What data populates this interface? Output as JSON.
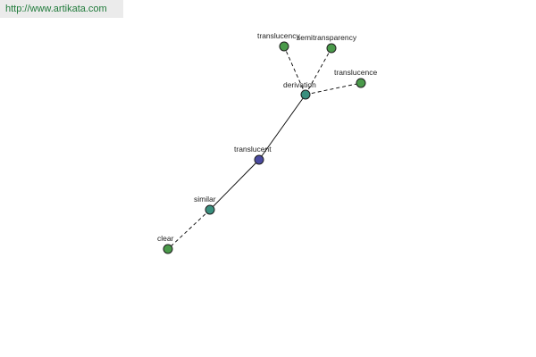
{
  "banner": {
    "url": "http://www.artikata.com"
  },
  "colors": {
    "background": "#ffffff",
    "banner_bg": "#ebebeb",
    "link": "#1f7a3a",
    "node_leaf": "#4a9a4a",
    "node_hub": "#3a8f7e",
    "node_center": "#4a4aa0"
  },
  "graph": {
    "nodes": [
      {
        "id": "translucent",
        "label": "translucent",
        "kind": "center"
      },
      {
        "id": "derivation",
        "label": "derivation",
        "kind": "hub"
      },
      {
        "id": "similar",
        "label": "similar",
        "kind": "hub"
      },
      {
        "id": "translucency",
        "label": "translucency",
        "kind": "leaf"
      },
      {
        "id": "semitransparency",
        "label": "semitransparency",
        "kind": "leaf"
      },
      {
        "id": "translucence",
        "label": "translucence",
        "kind": "leaf"
      },
      {
        "id": "clear",
        "label": "clear",
        "kind": "leaf"
      }
    ],
    "edges": [
      {
        "from": "translucent",
        "to": "derivation",
        "style": "solid"
      },
      {
        "from": "translucent",
        "to": "similar",
        "style": "solid"
      },
      {
        "from": "derivation",
        "to": "translucency",
        "style": "dashed"
      },
      {
        "from": "derivation",
        "to": "semitransparency",
        "style": "dashed"
      },
      {
        "from": "derivation",
        "to": "translucence",
        "style": "dashed"
      },
      {
        "from": "similar",
        "to": "clear",
        "style": "dashed"
      }
    ]
  }
}
